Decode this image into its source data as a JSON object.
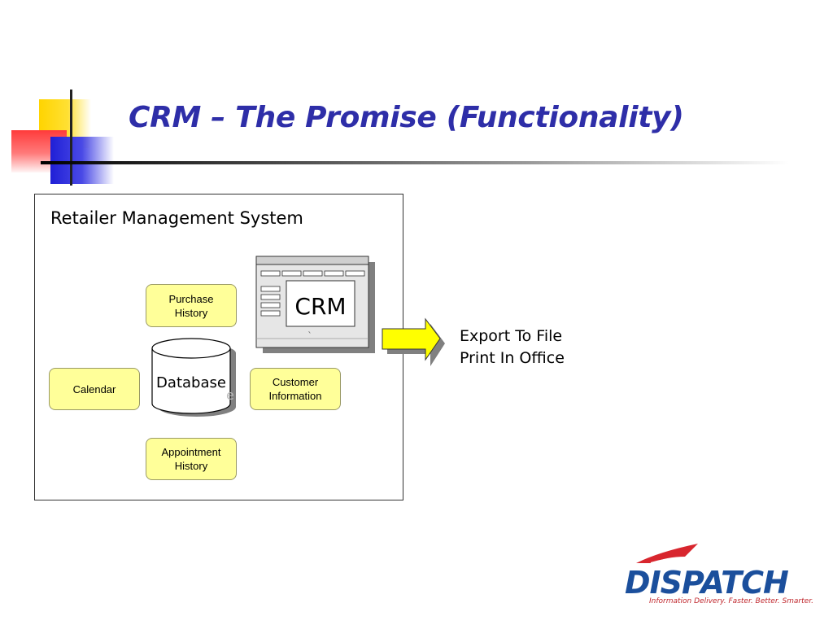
{
  "slide": {
    "title": "CRM – The Promise (Functionality)"
  },
  "diagram": {
    "frame_label": "Retailer Management System",
    "nodes": {
      "purchase_history": "Purchase\nHistory",
      "calendar": "Calendar",
      "customer_information": "Customer\nInformation",
      "appointment_history": "Appointment\nHistory"
    },
    "database_label": "Database",
    "crm_label": "CRM",
    "outputs": [
      "Export To File",
      "Print In Office"
    ]
  },
  "logo": {
    "wordmark": "DISPATCH",
    "tagline": "Information Delivery.  Faster.  Better.  Smarter."
  },
  "colors": {
    "title": "#2e2ea8",
    "node_fill": "#ffff99",
    "arrow_fill": "#ffff00",
    "logo_blue": "#1b4f9c",
    "logo_red": "#c0272d"
  }
}
